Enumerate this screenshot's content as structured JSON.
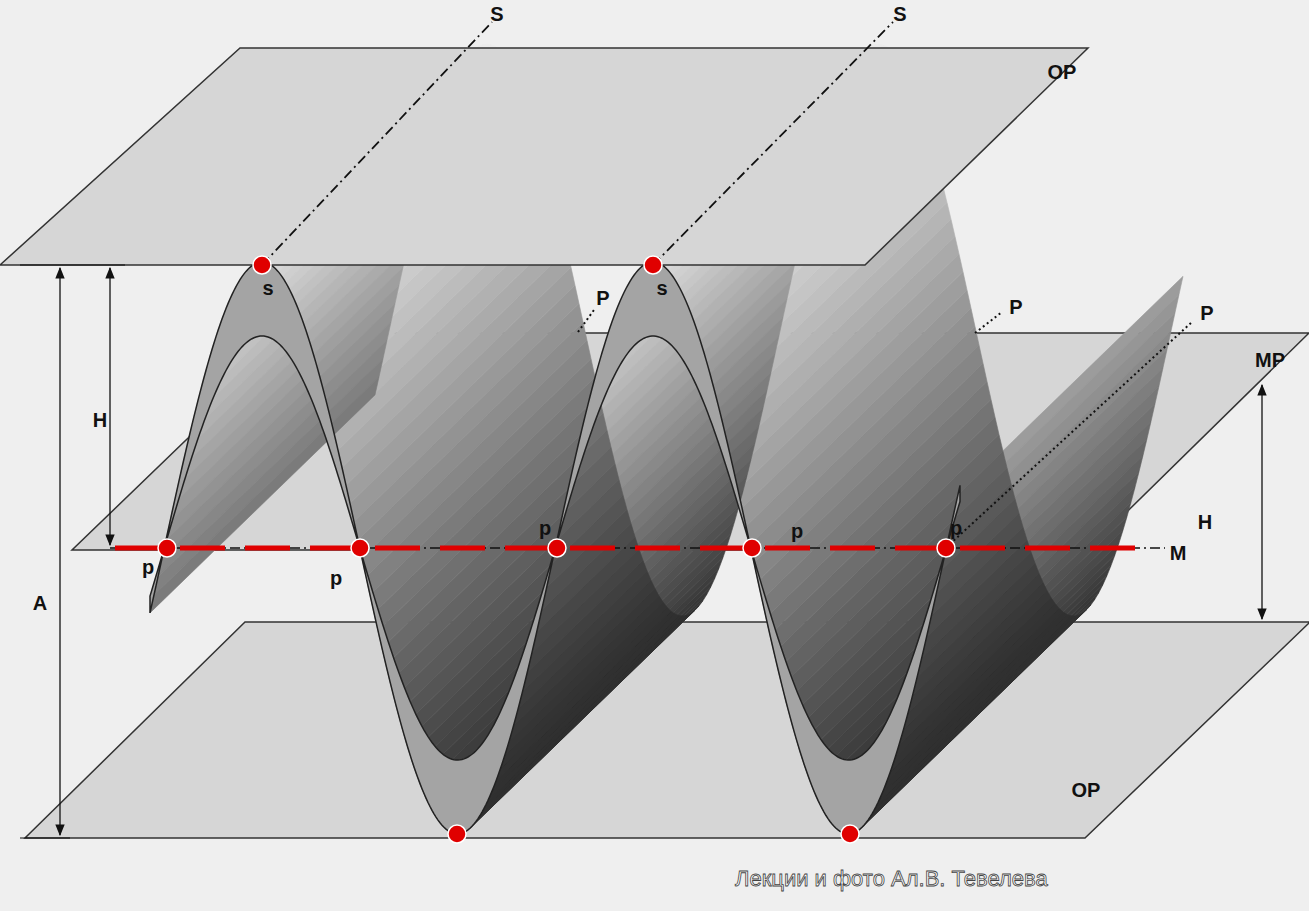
{
  "diagram": {
    "labels": [
      "S",
      "S",
      "OP",
      "s",
      "P",
      "s",
      "P",
      "P",
      "MP",
      "H",
      "H",
      "A",
      "p",
      "p",
      "p",
      "p",
      "p",
      "M",
      "OP",
      "Лекции и фото Ал.В. Тевелева"
    ]
  }
}
